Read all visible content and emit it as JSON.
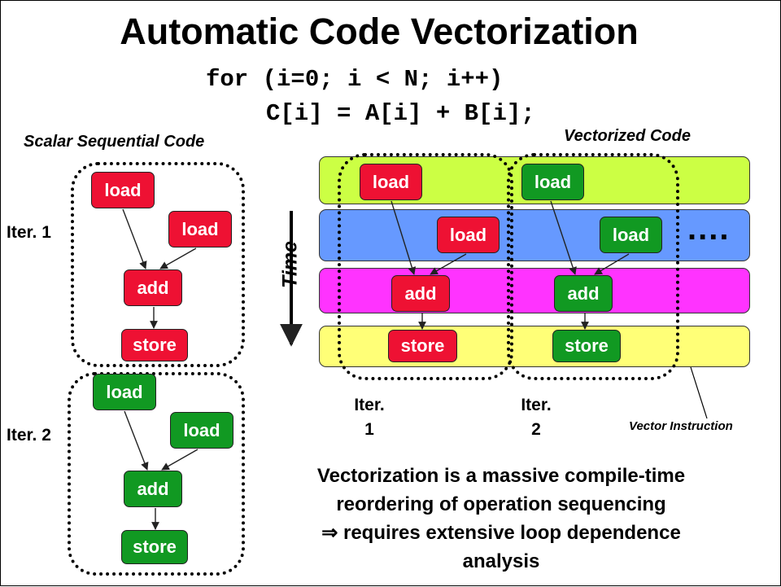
{
  "title": "Automatic Code Vectorization",
  "code": {
    "line1": "for (i=0; i < N; i++)",
    "line2": "C[i] = A[i] + B[i];"
  },
  "scalar": {
    "heading": "Scalar Sequential Code",
    "iter1_label": "Iter. 1",
    "iter2_label": "Iter. 2",
    "iter1_ops": [
      "load",
      "load",
      "add",
      "store"
    ],
    "iter2_ops": [
      "load",
      "load",
      "add",
      "store"
    ]
  },
  "vector": {
    "heading": "Vectorized Code",
    "time_label": "Time",
    "ellipsis": "....",
    "iter1_ops": [
      "load",
      "load",
      "add",
      "store"
    ],
    "iter2_ops": [
      "load",
      "load",
      "add",
      "store"
    ],
    "iter1_label_a": "Iter.",
    "iter1_label_b": "1",
    "iter2_label_a": "Iter.",
    "iter2_label_b": "2",
    "vector_instruction_label": "Vector Instruction",
    "band_colors": [
      "#ccff44",
      "#6699ff",
      "#ff33ff",
      "#ffff77"
    ]
  },
  "conclusion": {
    "line1": "Vectorization is a massive compile-time",
    "line2": "reordering of operation sequencing",
    "line3": "⇒ requires extensive loop dependence",
    "line4": "analysis"
  },
  "colors": {
    "iteration1": "#ee1133",
    "iteration2": "#119922"
  }
}
